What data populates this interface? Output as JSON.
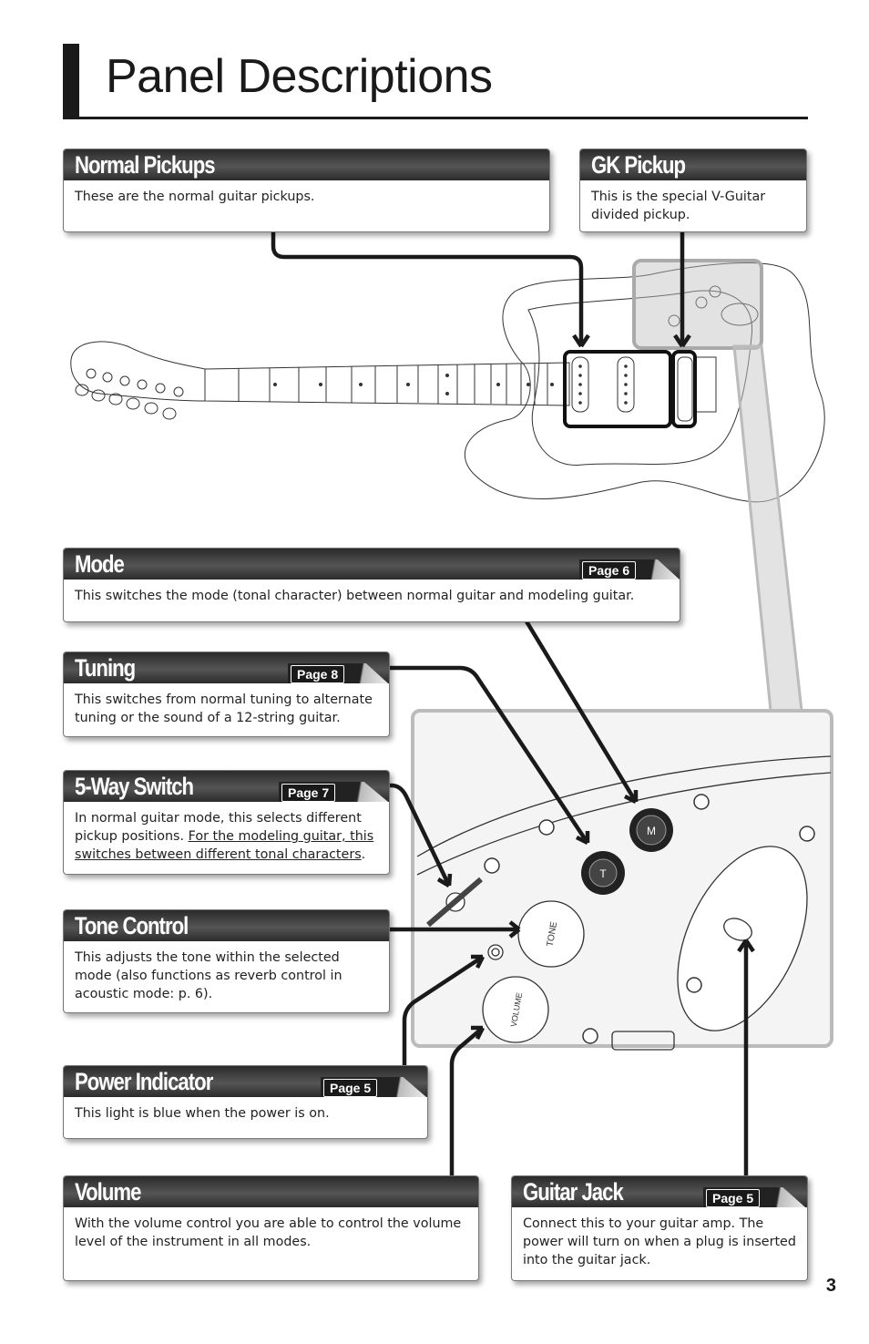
{
  "page": {
    "title": "Panel Descriptions",
    "number": "3"
  },
  "boxes": {
    "normal_pickups": {
      "title": "Normal Pickups",
      "body": "These are the normal guitar pickups."
    },
    "gk_pickup": {
      "title": "GK Pickup",
      "body": "This is the special V-Guitar divided pickup."
    },
    "mode": {
      "title": "Mode",
      "page_ref": "Page 6",
      "body": "This switches the mode (tonal character) between normal guitar and modeling guitar."
    },
    "tuning": {
      "title": "Tuning",
      "page_ref": "Page 8",
      "body": "This switches from normal tuning to alternate tuning or the sound of a 12-string guitar."
    },
    "five_way": {
      "title": "5-Way Switch",
      "page_ref": "Page 7",
      "body_plain": "In normal guitar mode, this selects different pickup positions. ",
      "body_underlined": "For the modeling guitar, this switches between different tonal characters",
      "body_end": "."
    },
    "tone": {
      "title": "Tone Control",
      "body": "This adjusts the tone within the selected mode (also functions as reverb control in acoustic mode: p. 6)."
    },
    "power": {
      "title": "Power Indicator",
      "page_ref": "Page 5",
      "body": "This light is blue when the power is on."
    },
    "volume": {
      "title": "Volume",
      "body": "With the volume control you are able to control the volume level of the instrument in all modes."
    },
    "jack": {
      "title": "Guitar Jack",
      "page_ref": "Page 5",
      "body": "Connect this to your guitar amp. The power will turn on when a plug is inserted into the guitar jack."
    }
  },
  "knob_labels": {
    "mode_knob": "M",
    "tuning_knob": "T",
    "tone_knob": "TONE",
    "volume_knob": "VOLUME"
  },
  "colors": {
    "header_dark": "#2a2a2a",
    "callout_line": "#1a1a1a",
    "zoom_frame": "#bdbdbd"
  }
}
